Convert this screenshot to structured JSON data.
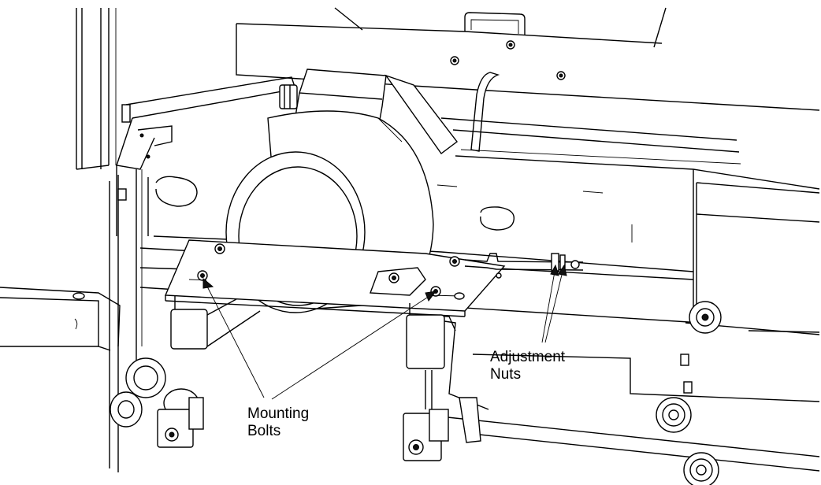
{
  "callouts": {
    "adjustment_nuts": {
      "line1": "Adjustment",
      "line2": "Nuts"
    },
    "mounting_bolts": {
      "line1": "Mounting",
      "line2": "Bolts"
    }
  },
  "colors": {
    "line": "#000000",
    "background": "#ffffff",
    "solid_part": "#111111"
  }
}
